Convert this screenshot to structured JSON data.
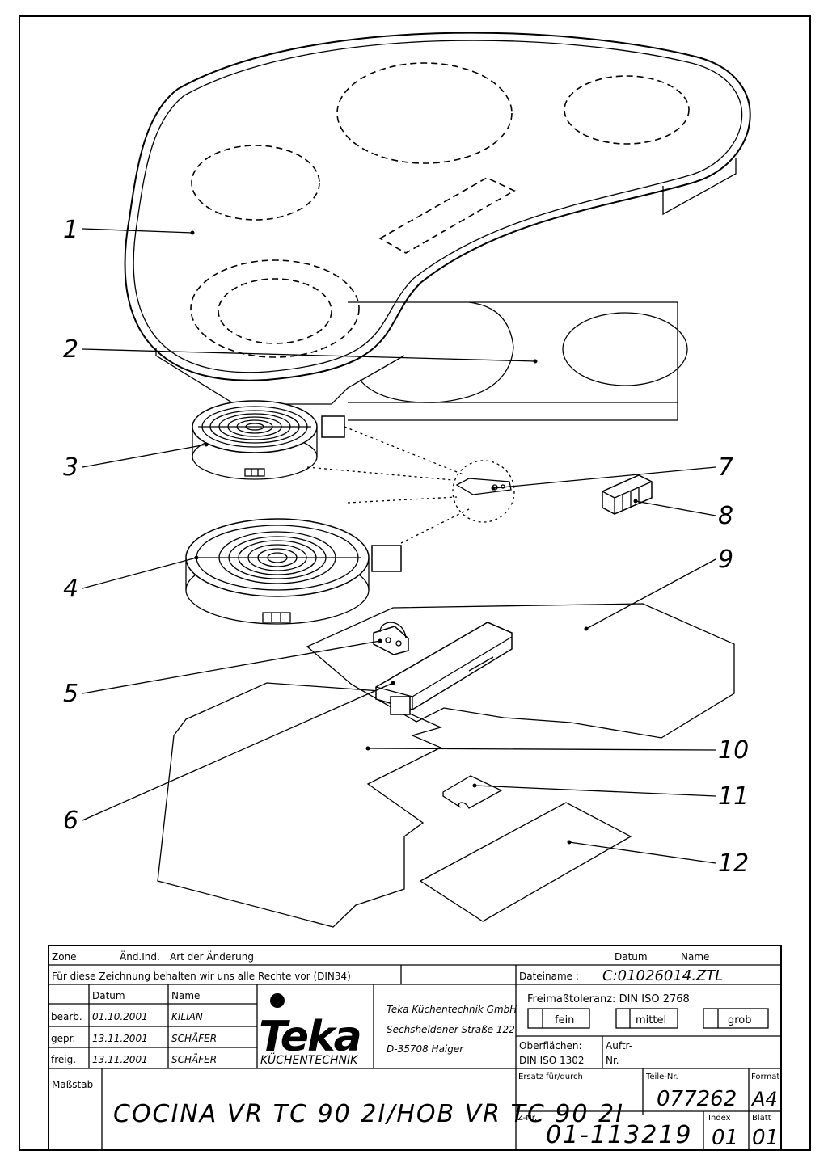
{
  "callouts": [
    "1",
    "2",
    "3",
    "4",
    "5",
    "6",
    "7",
    "8",
    "9",
    "10",
    "11",
    "12"
  ],
  "title_block": {
    "zone_label": "Zone",
    "change_index_label": "Änd.Ind.",
    "change_type_label": "Art der Änderung",
    "date_label": "Datum",
    "name_label": "Name",
    "rights_notice": "Für diese Zeichnung behalten wir uns alle Rechte vor (DIN34)",
    "filename_label": "Dateiname :",
    "filename_value": "C:01026014.ZTL",
    "rows": [
      {
        "label": "bearb.",
        "date": "01.10.2001",
        "name": "KILIAN"
      },
      {
        "label": "gepr.",
        "date": "13.11.2001",
        "name": "SCHÄFER"
      },
      {
        "label": "freig.",
        "date": "13.11.2001",
        "name": "SCHÄFER"
      }
    ],
    "col_date_label": "Datum",
    "col_name_label": "Name",
    "logo_text": "Teka",
    "logo_sub": "KÜCHENTECHNIK",
    "company_line1": "Teka Küchentechnik GmbH",
    "company_line2": "Sechsheldener Straße 122",
    "company_line3": "D-35708 Haiger",
    "tolerance_label": "Freimaßtoleranz: DIN ISO 2768",
    "tol_fein": "fein",
    "tol_mittel": "mittel",
    "tol_grob": "grob",
    "surface_label_1": "Oberflächen:",
    "surface_label_2": "DIN ISO 1302",
    "order_label_1": "Auftr-",
    "order_label_2": "Nr.",
    "scale_label": "Maßstab",
    "replacement_label": "Ersatz für/durch",
    "part_no_label": "Teile-Nr.",
    "part_no_value": "077262",
    "format_label": "Format",
    "format_value": "A4",
    "title": "COCINA VR TC 90 2I/HOB VR TC 90 2I",
    "drawing_no_label": "Z-Nr.",
    "drawing_no_value": "01-113219",
    "index_label": "Index",
    "index_value": "01",
    "sheet_label": "Blatt",
    "sheet_value": "01"
  }
}
